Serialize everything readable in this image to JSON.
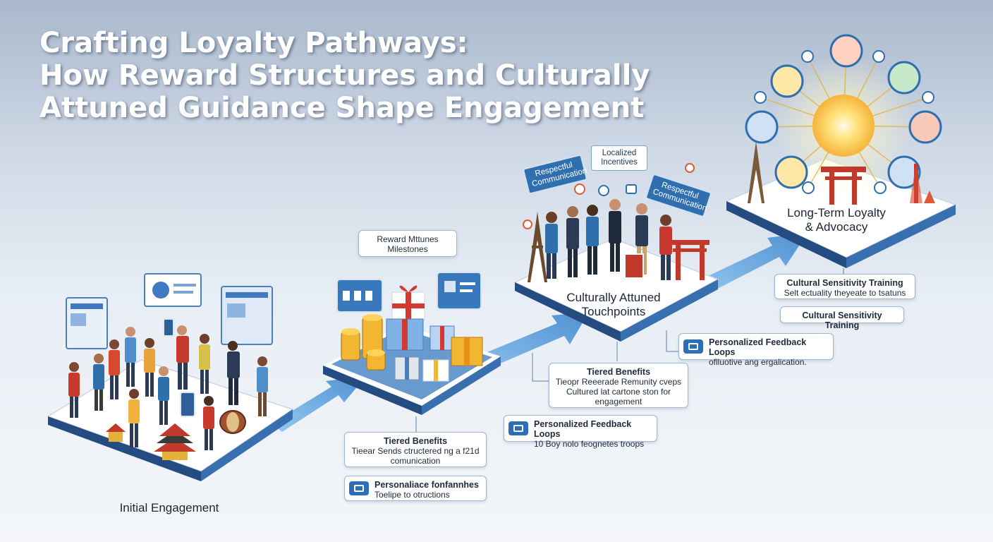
{
  "title": {
    "line1": "Crafting Loyalty Pathways:",
    "line2": "How Reward Structures and Culturally",
    "line3": "Attuned Guidance Shape Engagement"
  },
  "stages": [
    {
      "label": "Initial Engagement"
    },
    {
      "label": ""
    },
    {
      "label_line1": "Culturally Attuned",
      "label_line2": "Touchpoints"
    },
    {
      "label_line1": "Long-Term Loyalty",
      "label_line2": "& Advocacy"
    }
  ],
  "bubbles": {
    "localized": "Localized\nIncentives",
    "respectful_left": "Respectful\nCommunication",
    "respectful_right": "Respectful\nCommunication"
  },
  "callouts": {
    "reward_milestones": {
      "line1": "Reward Mttunes",
      "line2": "Milestones"
    },
    "tiered_benefits_1": {
      "heading": "Tiered Benefits",
      "line1": "Tieear Sends ctructered ng a f21d",
      "line2": "comunication"
    },
    "personalized_1": {
      "line1": "Personaliace fonfannhes",
      "line2": "Toelipe to otructions"
    },
    "tiered_benefits_2": {
      "heading": "Tiered Benefits",
      "line1": "Tieopr Reeerade Remunity cveps",
      "line2": "Cultured lat cartone ston for",
      "line3": "engagement"
    },
    "personalized_2": {
      "heading": "Personalized Feedback Loops",
      "line1": "10 Boy nolo feognetes troops"
    },
    "personalized_3": {
      "heading": "Personalized Feedback Loops",
      "line1": "oflluotive ang ergalication."
    },
    "cultural_training_1": {
      "heading": "Cultural Sensitivity Training",
      "line1": "Selt ectuality theyeate to tsatuns"
    },
    "cultural_training_2": {
      "heading": "Cultural Sensitivity Training"
    }
  },
  "colors": {
    "platform_top": "#ffffff",
    "platform_edge": "#2f5f9a",
    "arrow": "#5ea4e0",
    "accent": "#2d6fb6",
    "sun": "#ffd45a"
  }
}
